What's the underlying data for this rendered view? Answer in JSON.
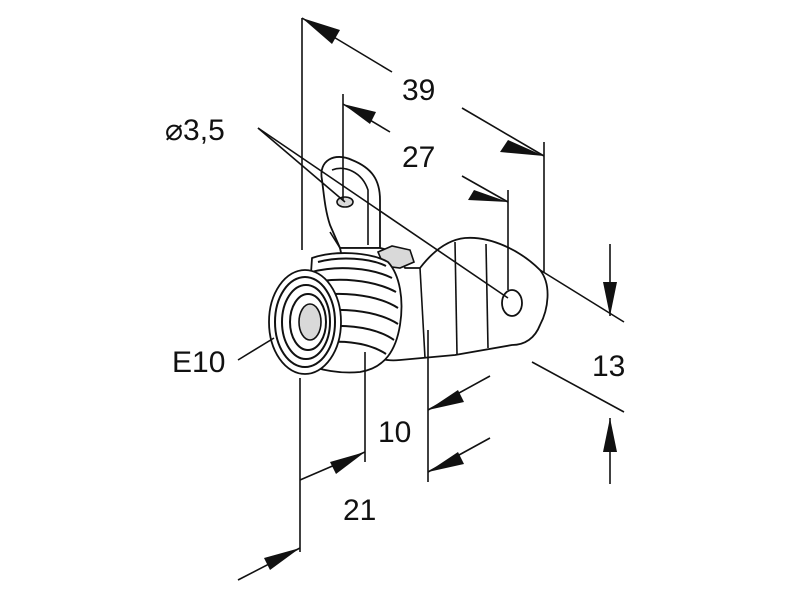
{
  "drawing": {
    "dimensions": {
      "length_overall": "39",
      "hole_spacing": "27",
      "hole_diameter": "⌀3,5",
      "height": "13",
      "width_flange": "10",
      "width_socket": "21"
    },
    "labels": {
      "socket_type": "E10"
    }
  }
}
